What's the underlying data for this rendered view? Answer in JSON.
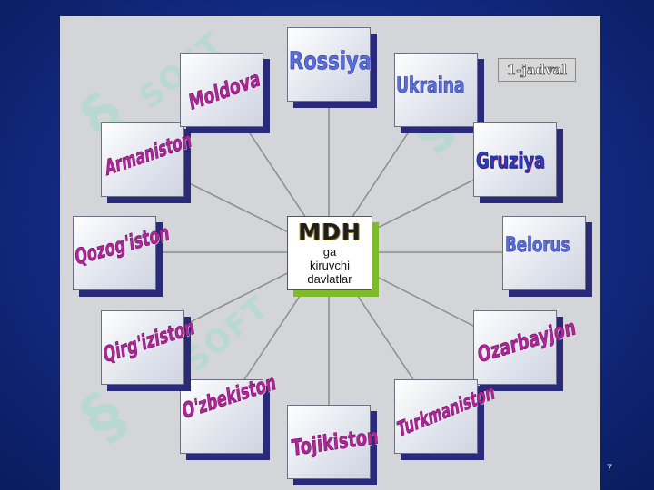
{
  "slide": {
    "tag": "1-jadval",
    "page_number": "7"
  },
  "diagram": {
    "center": {
      "title": "MDH",
      "line1": "ga",
      "line2": "kiruvchi",
      "line3": "davlatlar"
    },
    "countries": [
      "Rossiya",
      "Ukraina",
      "Gruziya",
      "Belorus",
      "Ozarbayjon",
      "Turkmaniston",
      "Tojikiston",
      "O'zbekiston",
      "Qirg'iziston",
      "Qozog'iston",
      "Armaniston",
      "Moldova"
    ]
  },
  "watermark": {
    "text": "SOFT"
  }
}
